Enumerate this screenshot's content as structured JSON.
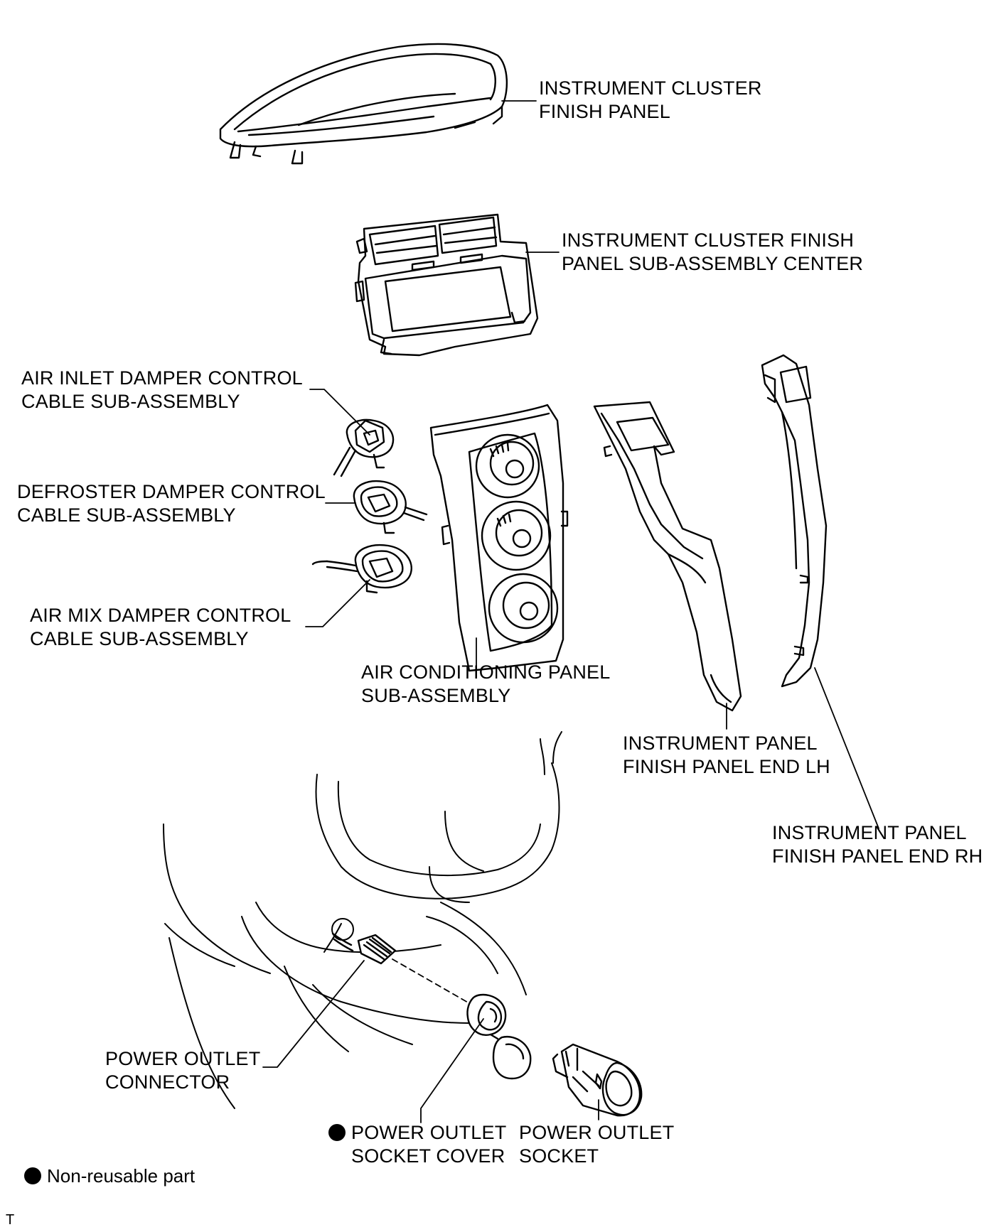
{
  "labels": {
    "cluster_finish_panel": "INSTRUMENT CLUSTER\nFINISH PANEL",
    "cluster_center": "INSTRUMENT CLUSTER FINISH\nPANEL SUB-ASSEMBLY CENTER",
    "air_inlet_cable": "AIR INLET DAMPER CONTROL\nCABLE SUB-ASSEMBLY",
    "defroster_cable": "DEFROSTER DAMPER CONTROL\nCABLE SUB-ASSEMBLY",
    "air_mix_cable": "AIR MIX DAMPER CONTROL\nCABLE SUB-ASSEMBLY",
    "ac_panel": "AIR CONDITIONING PANEL\nSUB-ASSEMBLY",
    "end_lh": "INSTRUMENT PANEL\nFINISH PANEL END LH",
    "end_rh": "INSTRUMENT PANEL\nFINISH PANEL END RH",
    "power_connector": "POWER OUTLET\nCONNECTOR",
    "socket_cover": "POWER OUTLET\nSOCKET COVER",
    "power_socket": "POWER OUTLET\nSOCKET"
  },
  "legend": {
    "non_reusable": "Non-reusable part"
  },
  "figure_code": "T"
}
